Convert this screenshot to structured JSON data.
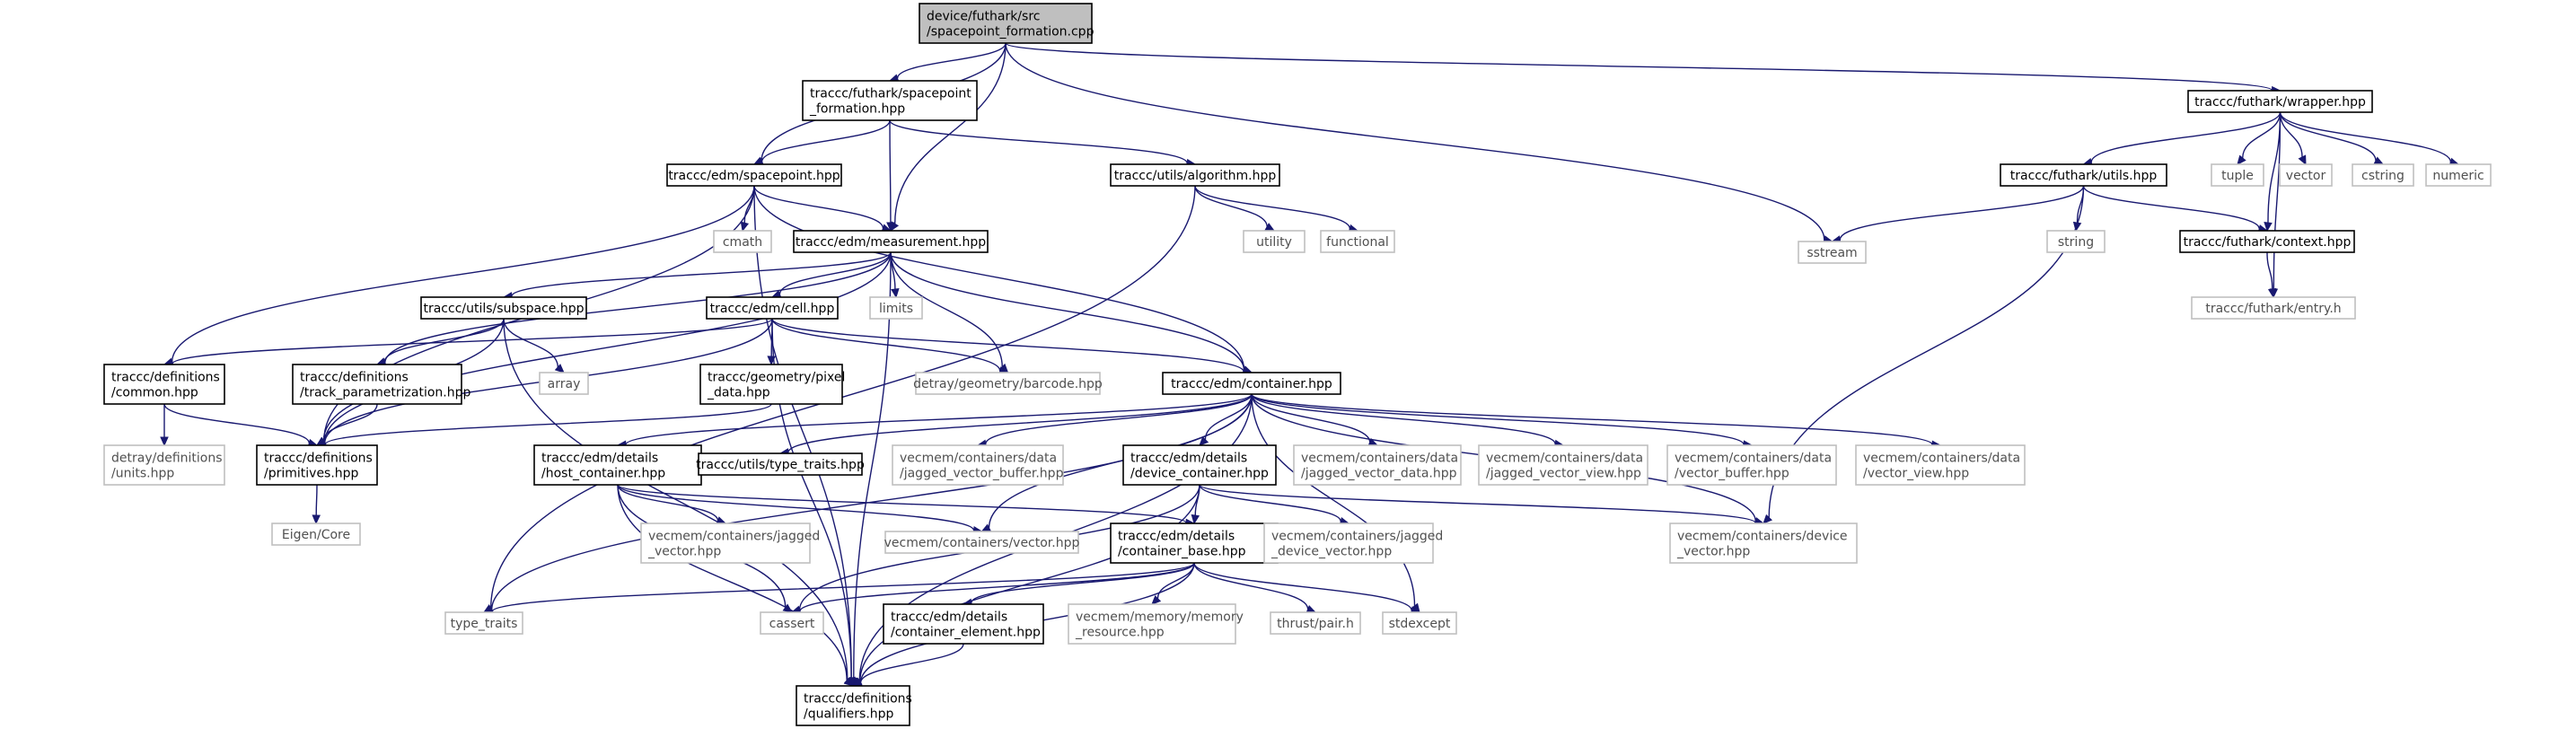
{
  "graph": {
    "nodes": [
      {
        "id": "root",
        "kind": "root",
        "lines": [
          "device/futhark/src",
          "/spacepoint_formation.cpp"
        ]
      },
      {
        "id": "sp_form",
        "kind": "local",
        "lines": [
          "traccc/futhark/spacepoint",
          "_formation.hpp"
        ]
      },
      {
        "id": "wrapper",
        "kind": "local",
        "lines": [
          "traccc/futhark/wrapper.hpp"
        ]
      },
      {
        "id": "spacepoint",
        "kind": "local",
        "lines": [
          "traccc/edm/spacepoint.hpp"
        ]
      },
      {
        "id": "algorithm",
        "kind": "local",
        "lines": [
          "traccc/utils/algorithm.hpp"
        ]
      },
      {
        "id": "f_utils",
        "kind": "local",
        "lines": [
          "traccc/futhark/utils.hpp"
        ]
      },
      {
        "id": "tuple",
        "kind": "external",
        "lines": [
          "tuple"
        ]
      },
      {
        "id": "vector",
        "kind": "external",
        "lines": [
          "vector"
        ]
      },
      {
        "id": "cstring",
        "kind": "external",
        "lines": [
          "cstring"
        ]
      },
      {
        "id": "numeric",
        "kind": "external",
        "lines": [
          "numeric"
        ]
      },
      {
        "id": "cmath",
        "kind": "external",
        "lines": [
          "cmath"
        ]
      },
      {
        "id": "measurement",
        "kind": "local",
        "lines": [
          "traccc/edm/measurement.hpp"
        ]
      },
      {
        "id": "utility",
        "kind": "external",
        "lines": [
          "utility"
        ]
      },
      {
        "id": "functional",
        "kind": "external",
        "lines": [
          "functional"
        ]
      },
      {
        "id": "sstream",
        "kind": "external",
        "lines": [
          "sstream"
        ]
      },
      {
        "id": "string",
        "kind": "external",
        "lines": [
          "string"
        ]
      },
      {
        "id": "context",
        "kind": "local",
        "lines": [
          "traccc/futhark/context.hpp"
        ]
      },
      {
        "id": "entry",
        "kind": "external",
        "lines": [
          "traccc/futhark/entry.h"
        ]
      },
      {
        "id": "subspace",
        "kind": "local",
        "lines": [
          "traccc/utils/subspace.hpp"
        ]
      },
      {
        "id": "cell",
        "kind": "local",
        "lines": [
          "traccc/edm/cell.hpp"
        ]
      },
      {
        "id": "limits",
        "kind": "external",
        "lines": [
          "limits"
        ]
      },
      {
        "id": "array",
        "kind": "external",
        "lines": [
          "array"
        ]
      },
      {
        "id": "common",
        "kind": "local",
        "lines": [
          "traccc/definitions",
          "/common.hpp"
        ]
      },
      {
        "id": "track_param",
        "kind": "local",
        "lines": [
          "traccc/definitions",
          "/track_parametrization.hpp"
        ]
      },
      {
        "id": "pixel",
        "kind": "local",
        "lines": [
          "traccc/geometry/pixel",
          "_data.hpp"
        ]
      },
      {
        "id": "barcode",
        "kind": "external",
        "lines": [
          "detray/geometry/barcode.hpp"
        ]
      },
      {
        "id": "container",
        "kind": "local",
        "lines": [
          "traccc/edm/container.hpp"
        ]
      },
      {
        "id": "units",
        "kind": "external",
        "lines": [
          "detray/definitions",
          "/units.hpp"
        ]
      },
      {
        "id": "primitives",
        "kind": "local",
        "lines": [
          "traccc/definitions",
          "/primitives.hpp"
        ]
      },
      {
        "id": "host_cont",
        "kind": "local",
        "lines": [
          "traccc/edm/details",
          "/host_container.hpp"
        ]
      },
      {
        "id": "type_traits_h",
        "kind": "local",
        "lines": [
          "traccc/utils/type_traits.hpp"
        ]
      },
      {
        "id": "jvbd",
        "kind": "external",
        "lines": [
          "vecmem/containers/data",
          "/jagged_vector_buffer.hpp"
        ]
      },
      {
        "id": "dev_cont",
        "kind": "local",
        "lines": [
          "traccc/edm/details",
          "/device_container.hpp"
        ]
      },
      {
        "id": "jvd",
        "kind": "external",
        "lines": [
          "vecmem/containers/data",
          "/jagged_vector_data.hpp"
        ]
      },
      {
        "id": "jvv",
        "kind": "external",
        "lines": [
          "vecmem/containers/data",
          "/jagged_vector_view.hpp"
        ]
      },
      {
        "id": "vb",
        "kind": "external",
        "lines": [
          "vecmem/containers/data",
          "/vector_buffer.hpp"
        ]
      },
      {
        "id": "vv",
        "kind": "external",
        "lines": [
          "vecmem/containers/data",
          "/vector_view.hpp"
        ]
      },
      {
        "id": "eigen",
        "kind": "external",
        "lines": [
          "Eigen/Core"
        ]
      },
      {
        "id": "jvec",
        "kind": "external",
        "lines": [
          "vecmem/containers/jagged",
          "_vector.hpp"
        ]
      },
      {
        "id": "vechpp",
        "kind": "external",
        "lines": [
          "vecmem/containers/vector.hpp"
        ]
      },
      {
        "id": "cont_base",
        "kind": "local",
        "lines": [
          "traccc/edm/details",
          "/container_base.hpp"
        ]
      },
      {
        "id": "jdv",
        "kind": "external",
        "lines": [
          "vecmem/containers/jagged",
          "_device_vector.hpp"
        ]
      },
      {
        "id": "devvec",
        "kind": "external",
        "lines": [
          "vecmem/containers/device",
          "_vector.hpp"
        ]
      },
      {
        "id": "type_traits",
        "kind": "external",
        "lines": [
          "type_traits"
        ]
      },
      {
        "id": "cassert",
        "kind": "external",
        "lines": [
          "cassert"
        ]
      },
      {
        "id": "cont_elem",
        "kind": "local",
        "lines": [
          "traccc/edm/details",
          "/container_element.hpp"
        ]
      },
      {
        "id": "memres",
        "kind": "external",
        "lines": [
          "vecmem/memory/memory",
          "_resource.hpp"
        ]
      },
      {
        "id": "pair",
        "kind": "external",
        "lines": [
          "thrust/pair.h"
        ]
      },
      {
        "id": "stdexcept",
        "kind": "external",
        "lines": [
          "stdexcept"
        ]
      },
      {
        "id": "qualifiers",
        "kind": "local",
        "lines": [
          "traccc/definitions",
          "/qualifiers.hpp"
        ]
      }
    ],
    "edges": [
      [
        "root",
        "sp_form"
      ],
      [
        "root",
        "wrapper"
      ],
      [
        "root",
        "spacepoint"
      ],
      [
        "root",
        "measurement"
      ],
      [
        "root",
        "sstream"
      ],
      [
        "sp_form",
        "spacepoint"
      ],
      [
        "sp_form",
        "measurement"
      ],
      [
        "sp_form",
        "algorithm"
      ],
      [
        "wrapper",
        "f_utils"
      ],
      [
        "wrapper",
        "tuple"
      ],
      [
        "wrapper",
        "vector"
      ],
      [
        "wrapper",
        "cstring"
      ],
      [
        "wrapper",
        "numeric"
      ],
      [
        "wrapper",
        "context"
      ],
      [
        "wrapper",
        "entry"
      ],
      [
        "spacepoint",
        "cmath"
      ],
      [
        "spacepoint",
        "measurement"
      ],
      [
        "spacepoint",
        "common"
      ],
      [
        "spacepoint",
        "primitives"
      ],
      [
        "spacepoint",
        "container"
      ],
      [
        "spacepoint",
        "qualifiers"
      ],
      [
        "algorithm",
        "utility"
      ],
      [
        "algorithm",
        "functional"
      ],
      [
        "algorithm",
        "type_traits"
      ],
      [
        "f_utils",
        "sstream"
      ],
      [
        "f_utils",
        "string"
      ],
      [
        "f_utils",
        "context"
      ],
      [
        "f_utils",
        "devvec"
      ],
      [
        "context",
        "entry"
      ],
      [
        "measurement",
        "subspace"
      ],
      [
        "measurement",
        "cell"
      ],
      [
        "measurement",
        "limits"
      ],
      [
        "measurement",
        "barcode"
      ],
      [
        "measurement",
        "container"
      ],
      [
        "measurement",
        "track_param"
      ],
      [
        "measurement",
        "primitives"
      ],
      [
        "measurement",
        "qualifiers"
      ],
      [
        "subspace",
        "array"
      ],
      [
        "subspace",
        "track_param"
      ],
      [
        "subspace",
        "primitives"
      ],
      [
        "subspace",
        "qualifiers"
      ],
      [
        "cell",
        "common"
      ],
      [
        "cell",
        "pixel"
      ],
      [
        "cell",
        "barcode"
      ],
      [
        "cell",
        "container"
      ],
      [
        "cell",
        "primitives"
      ],
      [
        "cell",
        "qualifiers"
      ],
      [
        "common",
        "units"
      ],
      [
        "common",
        "primitives"
      ],
      [
        "track_param",
        "primitives"
      ],
      [
        "pixel",
        "primitives"
      ],
      [
        "primitives",
        "eigen"
      ],
      [
        "container",
        "host_cont"
      ],
      [
        "container",
        "type_traits_h"
      ],
      [
        "container",
        "jvbd"
      ],
      [
        "container",
        "dev_cont"
      ],
      [
        "container",
        "jvd"
      ],
      [
        "container",
        "jvv"
      ],
      [
        "container",
        "vb"
      ],
      [
        "container",
        "vv"
      ],
      [
        "container",
        "vechpp"
      ],
      [
        "container",
        "devvec"
      ],
      [
        "container",
        "type_traits"
      ],
      [
        "container",
        "stdexcept"
      ],
      [
        "container",
        "qualifiers"
      ],
      [
        "host_cont",
        "jvec"
      ],
      [
        "host_cont",
        "vechpp"
      ],
      [
        "host_cont",
        "cont_base"
      ],
      [
        "host_cont",
        "cassert"
      ],
      [
        "host_cont",
        "qualifiers"
      ],
      [
        "dev_cont",
        "cont_base"
      ],
      [
        "dev_cont",
        "jdv"
      ],
      [
        "dev_cont",
        "devvec"
      ],
      [
        "dev_cont",
        "cassert"
      ],
      [
        "dev_cont",
        "qualifiers"
      ],
      [
        "cont_base",
        "type_traits"
      ],
      [
        "cont_base",
        "cassert"
      ],
      [
        "cont_base",
        "cont_elem"
      ],
      [
        "cont_base",
        "memres"
      ],
      [
        "cont_base",
        "pair"
      ],
      [
        "cont_base",
        "stdexcept"
      ],
      [
        "cont_base",
        "qualifiers"
      ],
      [
        "cont_elem",
        "qualifiers"
      ]
    ]
  }
}
